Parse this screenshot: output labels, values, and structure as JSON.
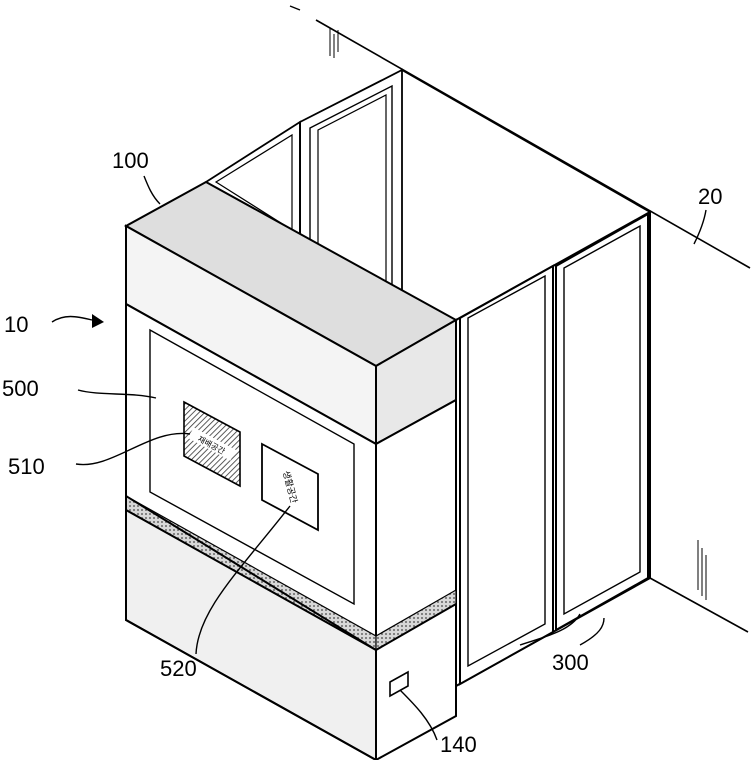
{
  "figure": {
    "labels": {
      "apparatus": "10",
      "wall": "20",
      "top_housing": "100",
      "control_unit": "140",
      "doors": "300",
      "display_panel": "500",
      "display_sub_a": "510",
      "display_sub_b": "520"
    },
    "panel_texts": {
      "sub_a": "재배공간",
      "sub_b": "생활공간"
    }
  }
}
